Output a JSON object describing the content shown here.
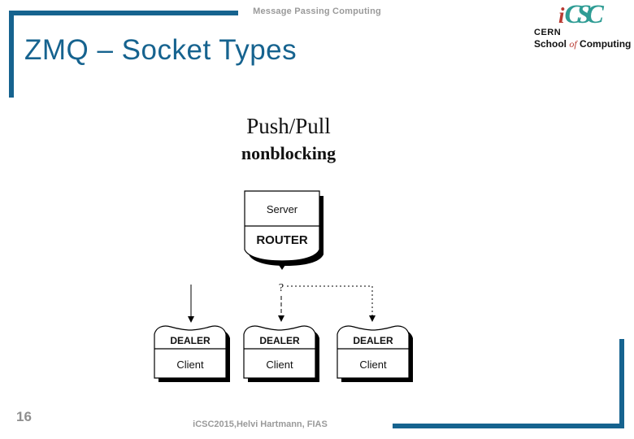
{
  "slide": {
    "header_text": "Message Passing Computing",
    "title": "ZMQ – Socket Types",
    "page_number": "16",
    "footer_text": "iCSC2015,Helvi Hartmann, FIAS"
  },
  "logo": {
    "i": "i",
    "csc": "CSC",
    "cern": "CERN",
    "school": "School",
    "of": "of",
    "computing": "Computing"
  },
  "diagram": {
    "heading": "Push/Pull",
    "subheading": "nonblocking",
    "router_choice_marker": "?",
    "server_node": {
      "role": "Server",
      "socket": "ROUTER"
    },
    "client_nodes": [
      {
        "socket": "DEALER",
        "role": "Client"
      },
      {
        "socket": "DEALER",
        "role": "Client"
      },
      {
        "socket": "DEALER",
        "role": "Client"
      }
    ],
    "colors": {
      "accent_blue": "#16638f",
      "muted_gray": "#9a9a9a",
      "logo_teal": "#2e9c94",
      "logo_red": "#b93a32",
      "node_border": "#000000",
      "node_shadow": "#000000"
    }
  }
}
